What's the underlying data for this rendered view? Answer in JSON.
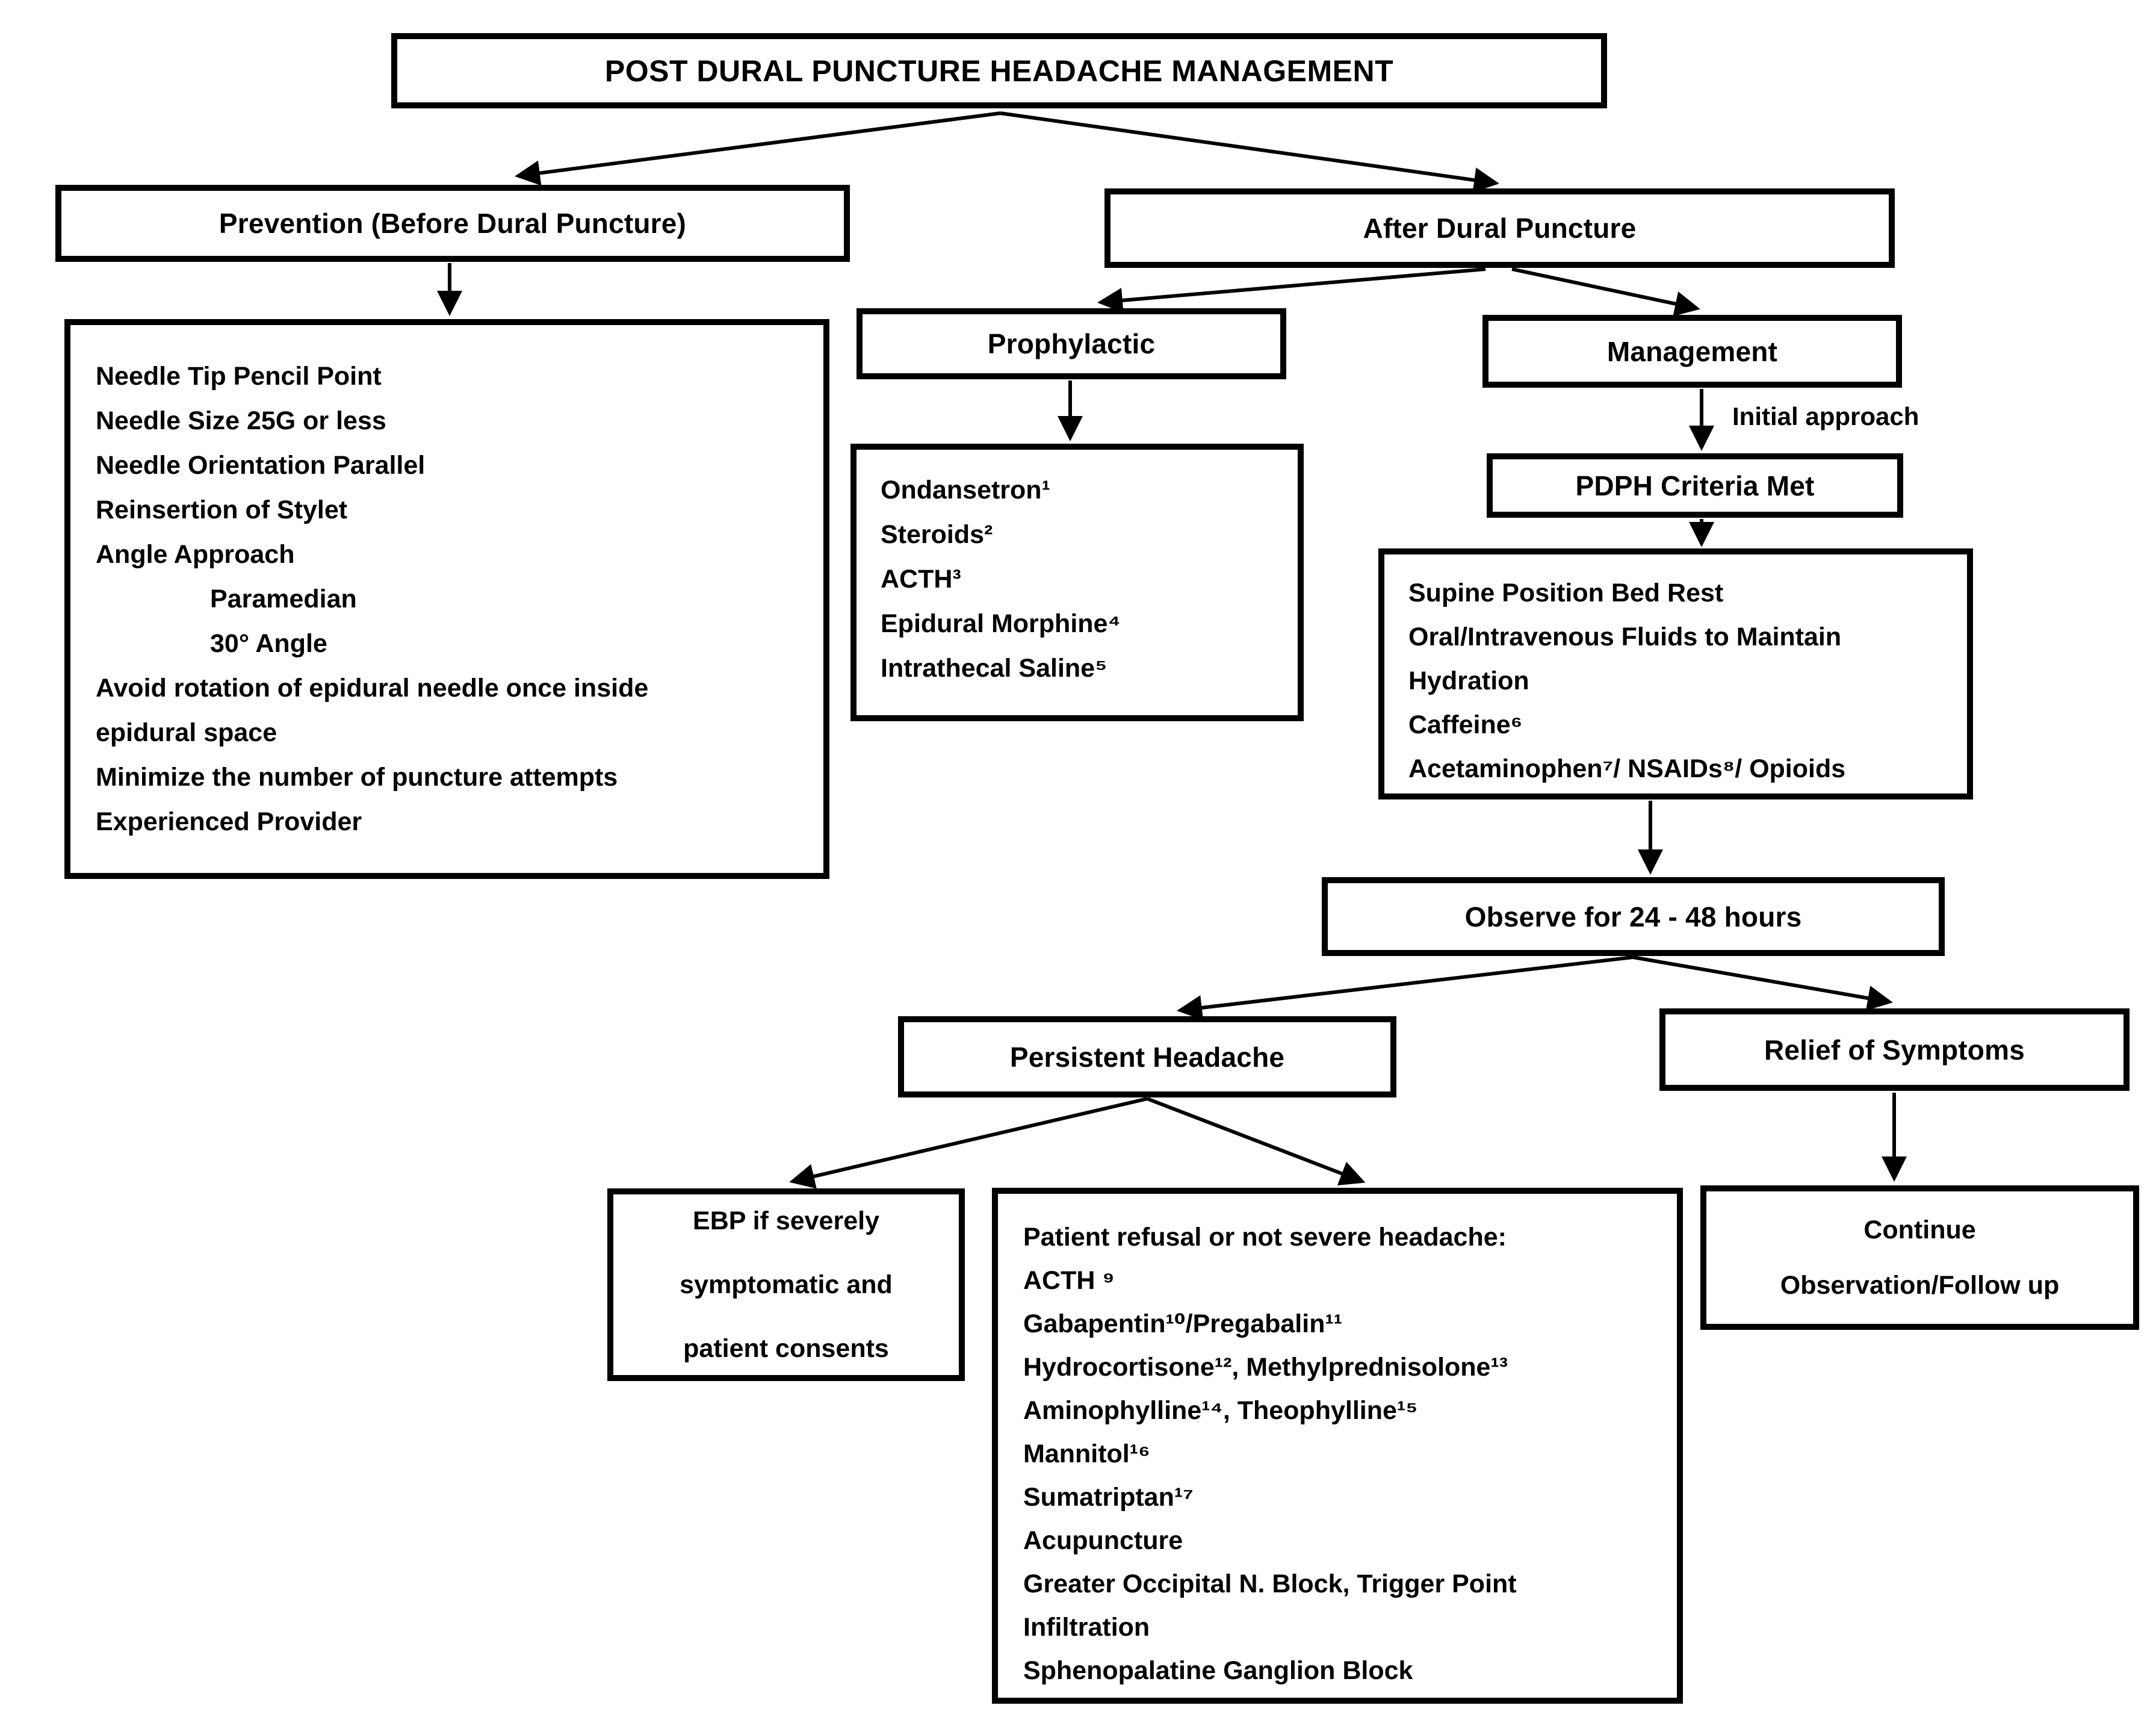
{
  "title": "POST DURAL PUNCTURE HEADACHE MANAGEMENT",
  "prevention": {
    "header": "Prevention (Before Dural Puncture)",
    "items": [
      "Needle Tip Pencil Point",
      "Needle Size 25G or less",
      "Needle Orientation Parallel",
      "Reinsertion of Stylet",
      "Angle Approach",
      "Paramedian",
      "30° Angle",
      "Avoid rotation of epidural needle once inside",
      "epidural space",
      "Minimize the number of puncture attempts",
      "Experienced Provider"
    ]
  },
  "after": {
    "header": "After Dural Puncture"
  },
  "prophylactic": {
    "header": "Prophylactic",
    "items": [
      "Ondansetron¹",
      "Steroids²",
      "ACTH³",
      "Epidural Morphine⁴",
      "Intrathecal Saline⁵"
    ]
  },
  "management": {
    "header": "Management",
    "initial_approach_label": "Initial approach",
    "items": [
      "Supine Position Bed Rest",
      "Oral/Intravenous Fluids to Maintain",
      "Hydration",
      "Caffeine⁶",
      "Acetaminophen⁷/ NSAIDs⁸/ Opioids"
    ]
  },
  "pdph": {
    "label": "PDPH Criteria Met"
  },
  "observe": {
    "label": "Observe for 24 - 48 hours"
  },
  "persistent": {
    "label": "Persistent Headache"
  },
  "relief": {
    "label": "Relief of Symptoms"
  },
  "ebp": {
    "lines": [
      "EBP if severely",
      "symptomatic and",
      "patient consents"
    ]
  },
  "refusal": {
    "items": [
      "Patient refusal or not severe headache:",
      "ACTH ⁹",
      "Gabapentin¹⁰/Pregabalin¹¹",
      "Hydrocortisone¹², Methylprednisolone¹³",
      "Aminophylline¹⁴, Theophylline¹⁵",
      "Mannitol¹⁶",
      "Sumatriptan¹⁷",
      "Acupuncture",
      "Greater Occipital N. Block, Trigger Point",
      "Infiltration",
      "Sphenopalatine Ganglion Block"
    ]
  },
  "continue_followup": {
    "lines": [
      "Continue",
      "Observation/Follow up"
    ]
  },
  "colors": {
    "box_border": "#000000",
    "text": "#000000",
    "background": "#ffffff",
    "arrow": "#000000"
  }
}
